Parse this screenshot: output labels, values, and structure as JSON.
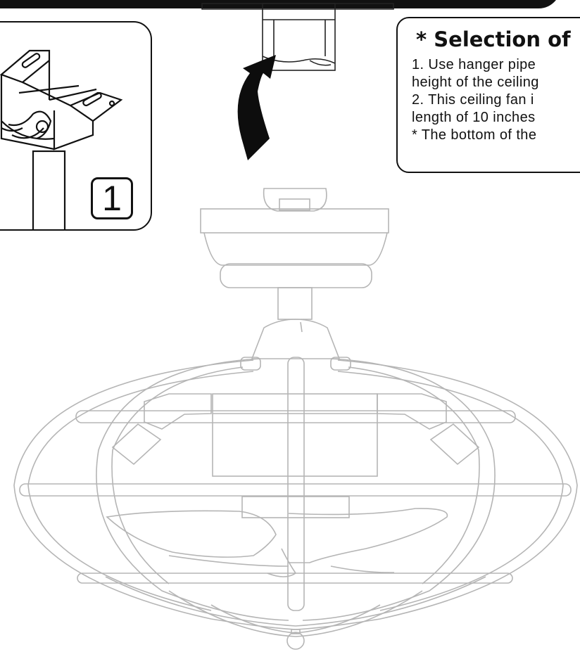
{
  "step_panel": {
    "step_number": "1"
  },
  "selection_box": {
    "title": "* Selection of",
    "lines": [
      "1. Use hanger pipe",
      "height of the ceiling",
      "2. This ceiling fan i",
      "length of 10 inches",
      "* The bottom of the"
    ]
  },
  "icons": {
    "curved_arrow": "curved-arrow-icon",
    "bracket": "mounting-bracket-icon"
  },
  "colors": {
    "line_art": "#b5b5b5",
    "ink": "#111111",
    "background": "#ffffff"
  }
}
